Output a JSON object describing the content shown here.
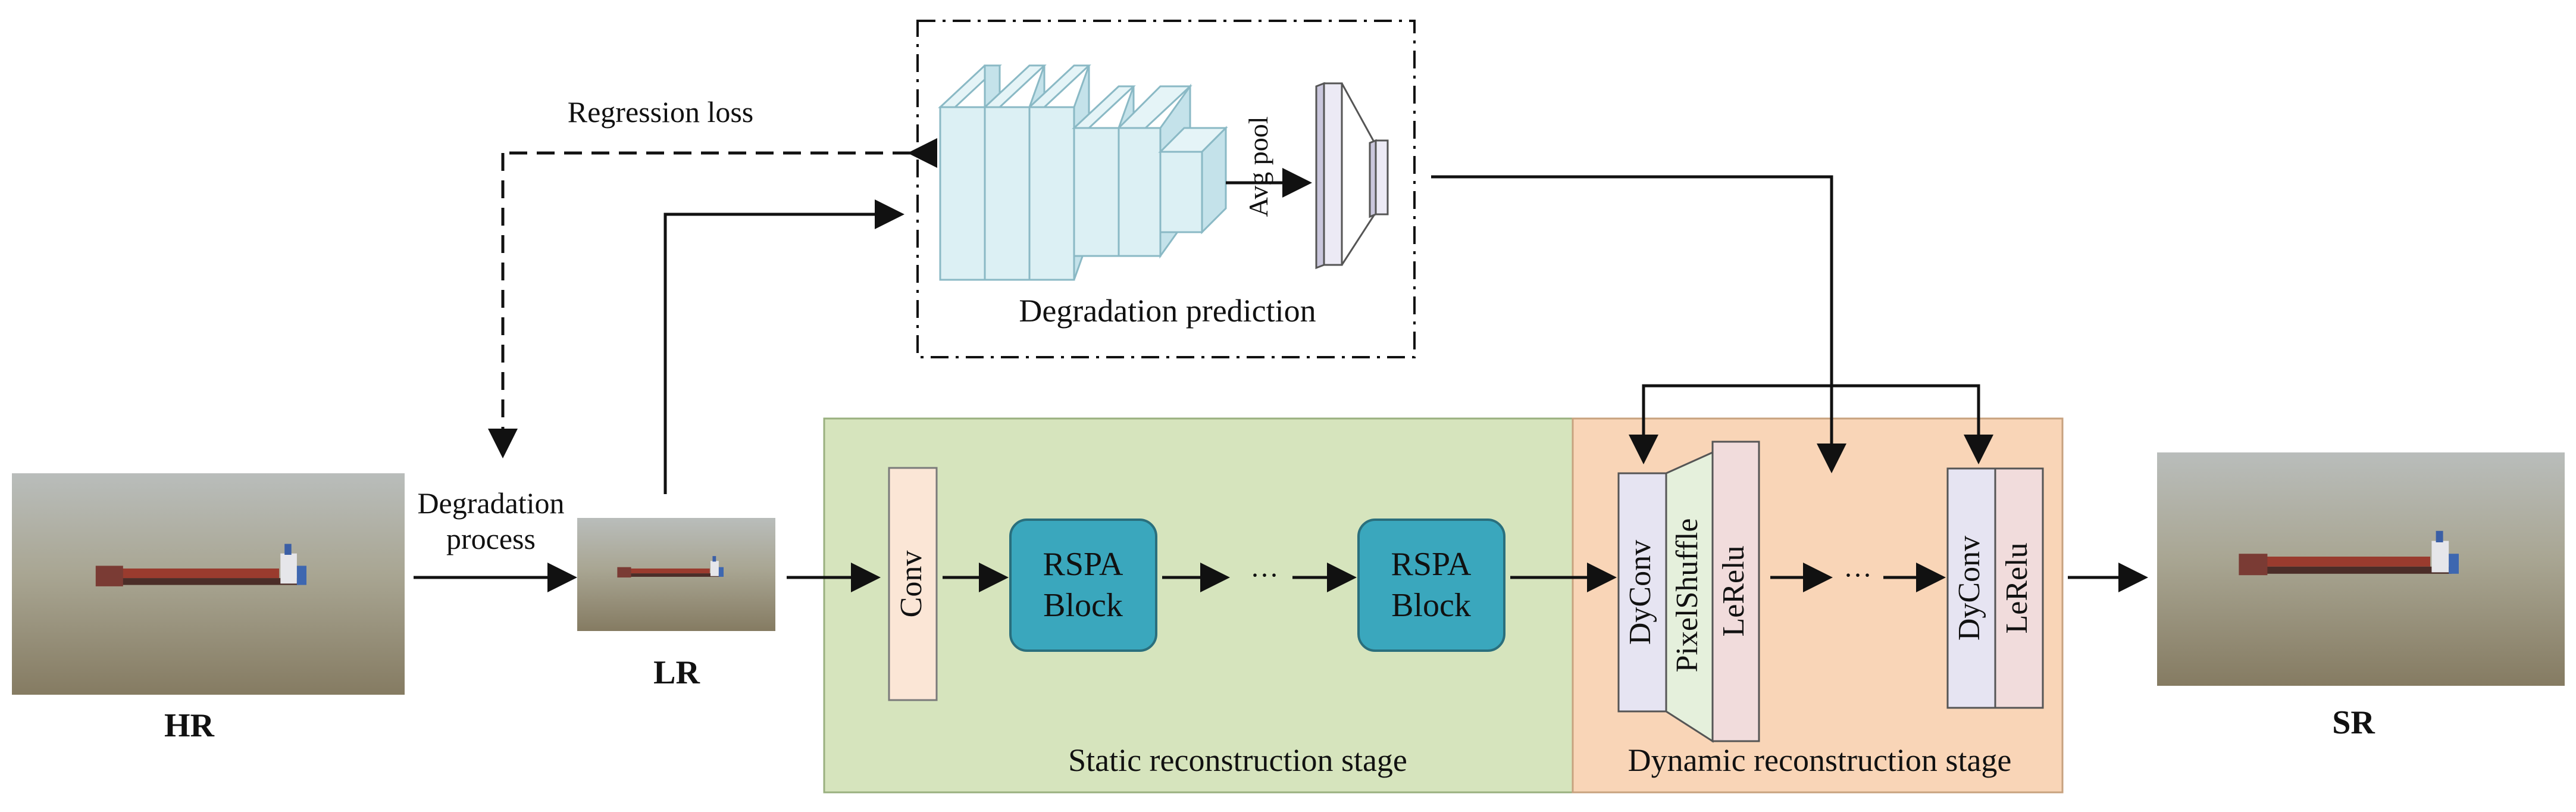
{
  "labels": {
    "hr": "HR",
    "lr": "LR",
    "sr": "SR",
    "degradation_process_line1": "Degradation",
    "degradation_process_line2": "process",
    "regression_loss": "Regression loss",
    "avg_pool": "Avg pool",
    "degradation_prediction": "Degradation prediction",
    "conv": "Conv",
    "rspa_line1": "RSPA",
    "rspa_line2": "Block",
    "ellipsis": "···",
    "dyconv": "DyConv",
    "pixelshuffle": "PixelShuffle",
    "lerelu": "LeRelu",
    "static_stage": "Static reconstruction  stage",
    "dynamic_stage": "Dynamic reconstruction  stage"
  },
  "colors": {
    "static_bg": "#d6e4bd",
    "dynamic_bg": "#f9d5b7",
    "rspa_block": "#3aa7bd",
    "conv_fill": "#fbe6d6",
    "dyconv_fill": "#e6e4f2",
    "pixelshuffle_fill": "#e5f0dc",
    "lerelu_fill": "#f1dcdc",
    "cube_fill": "#dcf0f4",
    "cube_side": "#c4e2ea",
    "water": "#8b8067",
    "sky": "#b8bcba",
    "ship_hull": "#9a3b2e"
  }
}
